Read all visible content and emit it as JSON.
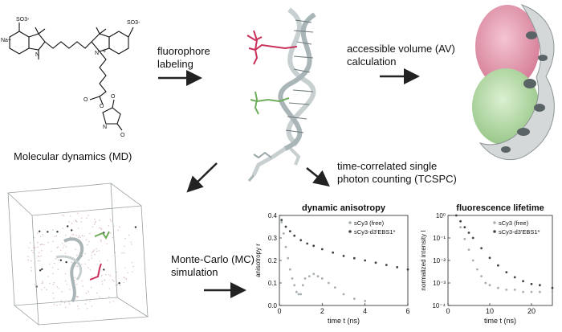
{
  "structure": {
    "counterion": "Na+",
    "sulfonate_left": "SO3-",
    "sulfonate_right": "SO3-",
    "charge": "+",
    "atom_n": "N",
    "atom_o": "O"
  },
  "labels": {
    "fluorophore_labeling": [
      "fluorophore",
      "labeling"
    ],
    "av_calc": [
      "accessible volume (AV)",
      "calculation"
    ],
    "md": "Molecular dynamics (MD)",
    "tcspc": [
      "time-correlated single",
      "photon counting (TCSPC)"
    ],
    "mc": [
      "Monte-Carlo (MC)",
      "simulation"
    ]
  },
  "colors": {
    "dye_red": "#c9305a",
    "dye_green": "#6fae5b",
    "dye_gray": "#9aa6a8",
    "av_pink": "#e9a3b5",
    "av_green": "#b9deaa",
    "free_series": "#a7aeb0",
    "bound_series": "#3d4547"
  },
  "chart_data": [
    {
      "type": "scatter",
      "title": "dynamic anisotropy",
      "xlabel": "time t (ns)",
      "ylabel": "anisotropy r",
      "xlim": [
        0,
        6
      ],
      "ylim": [
        0,
        0.4
      ],
      "xticks": [
        "0",
        "2",
        "4",
        "6"
      ],
      "yticks": [
        "0.0",
        "0.1",
        "0.2",
        "0.3",
        "0.4"
      ],
      "legend_position": "top-right",
      "series": [
        {
          "name": "sCy3 (free)",
          "color": "#a7aeb0",
          "x": [
            0.1,
            0.2,
            0.3,
            0.4,
            0.5,
            0.6,
            0.7,
            0.8,
            0.9,
            1.0,
            1.1,
            1.2,
            1.4,
            1.6,
            1.8,
            2.0,
            2.3,
            2.6,
            3.0,
            3.5,
            4.0
          ],
          "y": [
            0.37,
            0.32,
            0.26,
            0.21,
            0.16,
            0.12,
            0.09,
            0.06,
            0.05,
            0.05,
            0.09,
            0.12,
            0.13,
            0.14,
            0.13,
            0.12,
            0.1,
            0.08,
            0.05,
            0.03,
            0.02
          ]
        },
        {
          "name": "sCy3-d3'EBS1*",
          "color": "#3d4547",
          "x": [
            0.1,
            0.3,
            0.5,
            0.7,
            1.0,
            1.3,
            1.6,
            2.0,
            2.5,
            3.0,
            3.5,
            4.0,
            4.5,
            5.0,
            5.5,
            6.0
          ],
          "y": [
            0.38,
            0.35,
            0.33,
            0.31,
            0.29,
            0.275,
            0.265,
            0.25,
            0.235,
            0.22,
            0.21,
            0.2,
            0.19,
            0.18,
            0.17,
            0.16
          ]
        }
      ]
    },
    {
      "type": "scatter",
      "title": "fluorescence lifetime",
      "xlabel": "time t (ns)",
      "ylabel": "normalized intensity I",
      "xlim": [
        0,
        25
      ],
      "ylim_log10": [
        -4,
        0
      ],
      "xticks": [
        "0",
        "10",
        "20"
      ],
      "yticks": [
        "10⁻⁴",
        "10⁻³",
        "10⁻²",
        "10⁻¹",
        "10⁰"
      ],
      "yscale": "log",
      "legend_position": "top-right",
      "series": [
        {
          "name": "sCy3 (free)",
          "color": "#a7aeb0",
          "x": [
            2,
            3,
            4,
            5,
            6,
            7,
            8,
            9,
            10,
            12,
            14,
            16,
            18,
            20,
            22,
            25
          ],
          "y": [
            1,
            0.3,
            0.09,
            0.03,
            0.01,
            0.004,
            0.002,
            0.001,
            0.0008,
            0.0006,
            0.0005,
            0.0005,
            0.0004,
            0.0004,
            0.0004,
            0.0004
          ]
        },
        {
          "name": "sCy3-d3'EBS1*",
          "color": "#3d4547",
          "x": [
            2,
            3,
            4,
            5,
            6,
            8,
            10,
            12,
            14,
            16,
            18,
            20,
            22,
            25
          ],
          "y": [
            1,
            0.55,
            0.3,
            0.17,
            0.1,
            0.035,
            0.013,
            0.006,
            0.003,
            0.0018,
            0.0012,
            0.0009,
            0.0008,
            0.0006
          ]
        }
      ]
    }
  ]
}
